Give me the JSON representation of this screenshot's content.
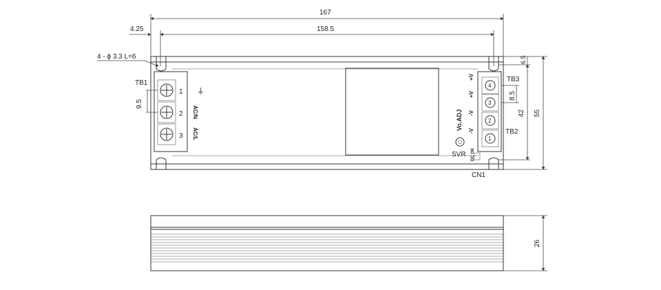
{
  "dimensions": {
    "overall_length": "167",
    "hole_pitch": "158.5",
    "hole_offset": "4.25",
    "hole_spec": "4 - ϕ 3.3  L=6",
    "terminal_pitch": "9.5",
    "tb2_pitch": "8.5",
    "right_offset": "6.5",
    "mount_height": "42",
    "overall_height": "55",
    "thickness": "26"
  },
  "labels": {
    "tb1": "TB1",
    "tb2": "TB2",
    "tb3": "TB3",
    "svr": "SVR",
    "cn1": "CN1",
    "vo_adj": "Vo.ADJ",
    "dc_ok": "DC OK",
    "ac_n": "AC/N",
    "ac_l": "AC/L",
    "ground": "⏚",
    "plus_v_1": "+V",
    "plus_v_2": "+V",
    "minus_v_1": "-V",
    "minus_v_2": "-V"
  },
  "tb1_pins": [
    "1",
    "2",
    "3"
  ],
  "tb23_pins": [
    "4",
    "3",
    "2",
    "1"
  ]
}
